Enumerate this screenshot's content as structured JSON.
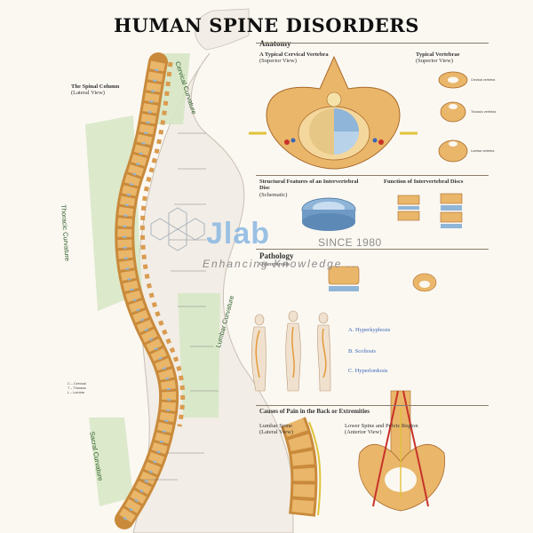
{
  "title": "HUMAN SPINE DISORDERS",
  "left": {
    "column_heading": "The Spinal Column",
    "column_view": "(Lateral View)",
    "curvatures": [
      "Cervical Curvature",
      "Thoracic Curvature",
      "Lumbar Curvature",
      "Sacral Curvature"
    ],
    "vertebra_abbrev_legend": [
      "C – Cervical",
      "T – Thoracic",
      "L – Lumbar"
    ]
  },
  "anatomy": {
    "heading": "Anatomy",
    "cervical_title": "A Typical Cervical Vertebra",
    "cervical_view": "(Superior View)",
    "vertebrae_title": "Typical Vertebrae",
    "vertebrae_view": "(Superior View)",
    "vertebrae_labels": [
      "Cervical vertebra",
      "Thoracic vertebra",
      "Lumbar vertebra"
    ],
    "disc_title": "Structural Features of an Intervertebral Disc",
    "disc_view": "(Schematic)",
    "function_title": "Function of Intervertebral Discs"
  },
  "pathology": {
    "heading": "Pathology",
    "osteoporosis": "Osteoporosis",
    "conditions": [
      "A. Hyperkyphosis",
      "B. Scoliosis",
      "C. Hyperlordosis"
    ]
  },
  "causes": {
    "heading": "Causes of Pain in the Back or Extremities",
    "lumbar_title": "Lumbar Spine",
    "lumbar_view": "(Lateral View)",
    "pelvis_title": "Lower Spine and Pelvic Region",
    "pelvis_view": "(Anterior View)"
  },
  "watermark": {
    "brand": "Jlab",
    "since": "SINCE 1980",
    "tagline": "Enhancing Knowledge ..."
  },
  "colors": {
    "bone": "#e9b66a",
    "bone_dark": "#a9692a",
    "disc": "#8fb5d8",
    "curve_band": "#d6e6c4",
    "nerve": "#e0c23a",
    "artery": "#c8322a"
  }
}
